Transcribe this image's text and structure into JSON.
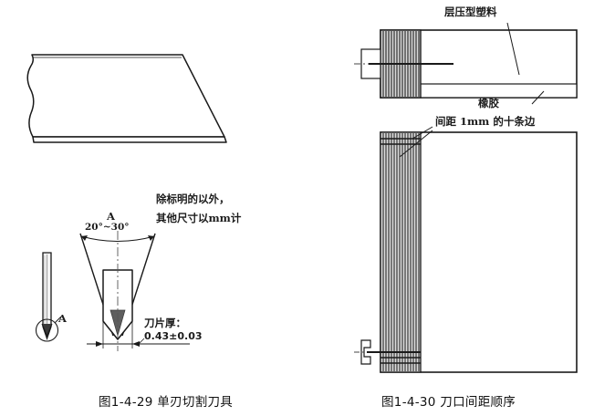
{
  "figures": {
    "left": {
      "caption": "图1-4-29  单刃切割刀具",
      "annotations": {
        "note_line1": "除标明的以外，",
        "note_line2": "其他尺寸以mm计",
        "angle": "20°~30°",
        "detail_mark_top": "A",
        "detail_mark_side": "A",
        "thickness_label": "刀片厚：",
        "thickness_value": "0.43±0.03"
      }
    },
    "right": {
      "caption": "图1-4-30 刀口间距顺序",
      "annotations": {
        "laminated_plastic": "层压型塑料",
        "rubber": "橡胶",
        "spacing": "间距 1mm 的十条边"
      }
    }
  },
  "colors": {
    "ink": "#1a1a1a",
    "line": "#111111",
    "hatch": "#2b2b2b",
    "paper": "#ffffff"
  }
}
